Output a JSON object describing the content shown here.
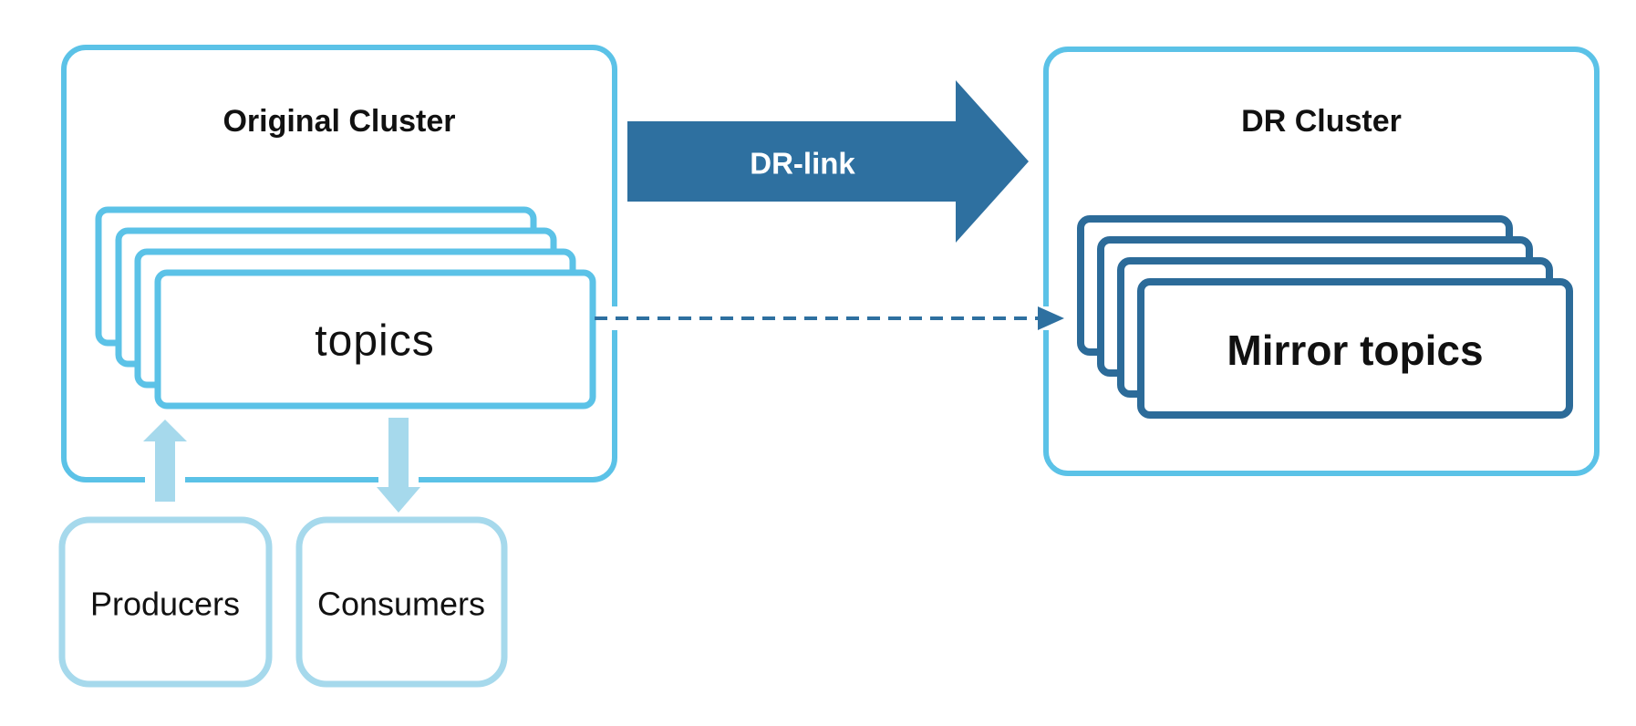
{
  "diagram": {
    "original_cluster": {
      "title": "Original Cluster",
      "topics_label": "topics",
      "stack_count": 4
    },
    "dr_cluster": {
      "title": "DR Cluster",
      "mirror_topics_label": "Mirror topics",
      "stack_count": 4
    },
    "dr_link": {
      "label": "DR-link"
    },
    "replication_link": {
      "style": "dashed-arrow",
      "from": "topics",
      "to": "Mirror topics"
    },
    "producers": {
      "label": "Producers"
    },
    "consumers": {
      "label": "Consumers"
    },
    "colors": {
      "light_blue": "#5bc2e7",
      "pale_blue": "#a6d9ec",
      "steel_blue": "#2e70a0",
      "steel_blue_dark": "#2c6b99",
      "text": "#111111",
      "background": "#ffffff"
    }
  }
}
